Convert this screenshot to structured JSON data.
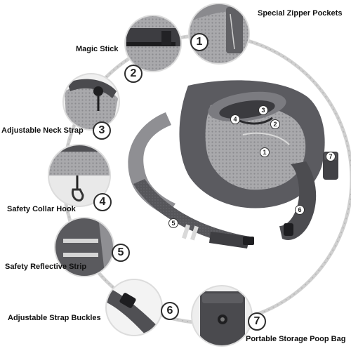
{
  "features": [
    {
      "number": "1",
      "label": "Special Zipper Pockets"
    },
    {
      "number": "2",
      "label": "Magic Stick"
    },
    {
      "number": "3",
      "label": "Adjustable Neck Strap"
    },
    {
      "number": "4",
      "label": "Safety Collar Hook"
    },
    {
      "number": "5",
      "label": "Safety Reflective Strip"
    },
    {
      "number": "6",
      "label": "Adjustable Strap Buckles"
    },
    {
      "number": "7",
      "label": "Portable Storage Poop Bag"
    }
  ],
  "colors": {
    "ring": "#c9c9c9",
    "bag_body": "#5e5e62",
    "mesh": "#a8a8ab",
    "strap": "#4e4e52",
    "reflective": "#d6d6d6"
  }
}
